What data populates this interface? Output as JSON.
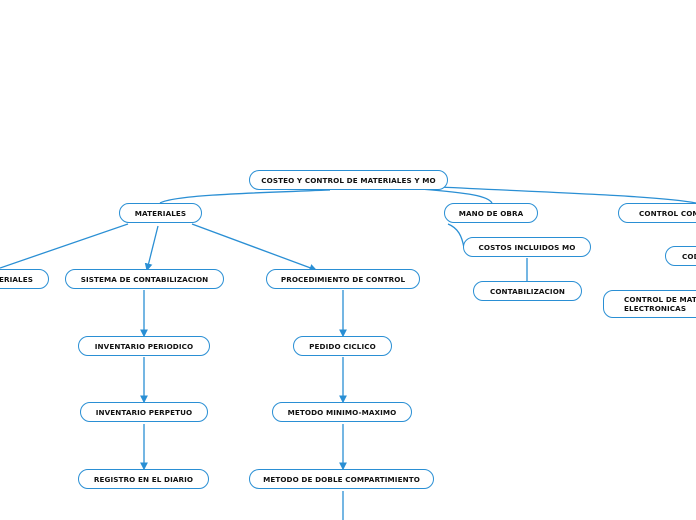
{
  "root": {
    "label": "COSTEO Y CONTROL DE MATERIALES Y MO"
  },
  "branches": {
    "materiales": "MATERIALES",
    "mano_de_obra": "MANO DE OBRA",
    "control": "CONTROL COMP"
  },
  "materiales_children": {
    "cut_left": "ERIALES",
    "sistema": "SISTEMA DE CONTABILIZACION",
    "procedimiento": "PROCEDIMIENTO DE CONTROL"
  },
  "sistema_chain": [
    "INVENTARIO PERIODICO",
    "INVENTARIO PERPETUO",
    "REGISTRO EN EL DIARIO"
  ],
  "procedimiento_chain": [
    "PEDIDO CICLICO",
    "METODO MINIMO-MAXIMO",
    "METODO DE DOBLE COMPARTIMIENTO"
  ],
  "mano_de_obra_children": [
    "COSTOS INCLUIDOS MO",
    "CONTABILIZACION"
  ],
  "control_children": {
    "cod": "COD",
    "control_mat_line1": "CONTROL DE MAT.",
    "control_mat_line2": "ELECTRONICAS"
  },
  "colors": {
    "line": "#2a8fd4",
    "border": "#2a8fd4",
    "text": "#111111",
    "background": "#ffffff"
  }
}
